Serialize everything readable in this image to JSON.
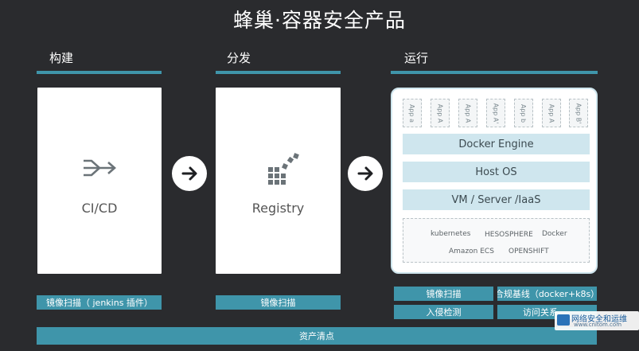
{
  "title": "蜂巢·容器安全产品",
  "columns": {
    "build": {
      "heading": "构建",
      "label": "CI/CD"
    },
    "distribute": {
      "heading": "分发",
      "label": "Registry"
    },
    "run": {
      "heading": "运行"
    }
  },
  "run_panel": {
    "apps": [
      "App a",
      "App A",
      "App A",
      "App A'",
      "App b",
      "App A",
      "App B'"
    ],
    "layers": [
      "Docker Engine",
      "Host OS",
      "VM / Server /IaaS"
    ],
    "orchestrators": [
      "kubernetes",
      "HESOSPHERE",
      "Docker",
      "Amazon ECS",
      "OPENSHIFT"
    ]
  },
  "tags": {
    "build_scan": "镜像扫描（ jenkins 插件）",
    "registry_scan": "镜像扫描",
    "run_scan": "镜像扫描",
    "compliance": "合规基线（docker+k8s）",
    "intrusion": "入侵检测",
    "access": "访问关系"
  },
  "asset_inventory": "资产清点",
  "watermark": {
    "name": "网络安全和运维",
    "url": "www.cnitom.com"
  },
  "colors": {
    "background": "#2a2b2e",
    "accent": "#3f95aa",
    "layer": "#cfe6ee"
  }
}
